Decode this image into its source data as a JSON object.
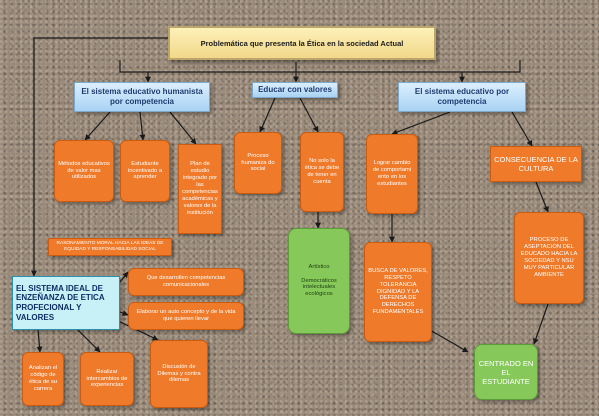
{
  "title": "Problemática que presenta la Ética en la sociedad Actual",
  "branches": {
    "humanista": "El sistema educativo humanista por competencia",
    "educar": "Educar con valores",
    "competencia": "El sistema educativo por competencia"
  },
  "humanista_children": {
    "metodos": "Métodos educativos de valor mas utilizados",
    "estudiante": "Estudiante incentivado a aprender",
    "plan": "Plan de estudio integrado por las competencias académicas y valores de la institución"
  },
  "educar_children": {
    "proceso": "Proceso humaniza do social",
    "no_solo": "No solo la ética se debe de tener en cuenta",
    "artistico": "Artístico\n\nDemocráticos intelectuales ecológicos"
  },
  "competencia_children": {
    "lograr": "Lograr cambio de comportami ento en los estudiantes",
    "busca": "BUSCA DE VALORES, RESPETO TOLERANCIA DIGNIDAD Y LA DEFENSA DE DERECHOS FUNDAMENTALES"
  },
  "consecuencia": {
    "label": "CONSECUENCIA DE LA CULTURA",
    "proceso": "PROCESO DE ASEPTACION DEL EDUCADO HACIA LA SOCIEDAD Y NSU MUY PARTICULAR AMBIENTE",
    "centrado": "CENTRADO EN EL ESTUDIANTE"
  },
  "razonamiento": "RASONAMIENTO MORAL HACIA LAS IDEAS DE EQUIDAD Y RESPONSABILIDAD SOCIAL",
  "sistema_ideal": "EL SISTEMA IDEAL DE ENZEÑANZA DE ETICA PROFECIONAL Y VALORES",
  "ideal_children": {
    "desarrollen": "Que desarrollen competencias comunicacionales",
    "elaborar": "Elaborar un auto concepto y de la vida que quieren llevar",
    "analizan": "Analizan el código de ética de su carrera",
    "realizar": "Realizar intercambios de experiencias",
    "discusion": "Discusión de Dilemas y contra dilemas"
  },
  "colors": {
    "connector": "#1a1a1a",
    "orange": "#ef7a2a",
    "green": "#86c95a",
    "blue": "#a9d2f3",
    "title": "#f1d88a",
    "cyan": "#c7f0f7"
  }
}
